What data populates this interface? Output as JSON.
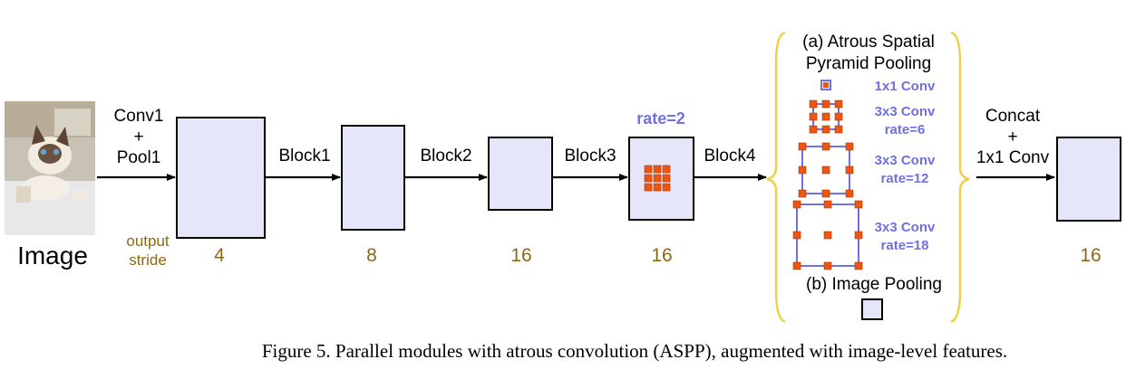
{
  "colors": {
    "box_fill": "#e6e6fa",
    "box_stroke": "#000000",
    "stride_text": "#8b6914",
    "aspp_blue": "#7070e0",
    "kernel_orange": "#ee5511",
    "brace_yellow": "#f2cf4a"
  },
  "image_label": "Image",
  "image_icon": "cat-photo",
  "stem": {
    "line1": "Conv1",
    "line2": "+",
    "line3": "Pool1"
  },
  "output_stride": {
    "line1": "output",
    "line2": "stride"
  },
  "blocks": [
    "Block1",
    "Block2",
    "Block3",
    "Block4"
  ],
  "strides": [
    "4",
    "8",
    "16",
    "16",
    "16"
  ],
  "rate_label": "rate=2",
  "aspp": {
    "title_line1": "(a) Atrous Spatial",
    "title_line2": "Pyramid Pooling",
    "branches": [
      {
        "line1": "1x1 Conv",
        "line2": ""
      },
      {
        "line1": "3x3 Conv",
        "line2": "rate=6"
      },
      {
        "line1": "3x3 Conv",
        "line2": "rate=12"
      },
      {
        "line1": "3x3 Conv",
        "line2": "rate=18"
      }
    ],
    "image_pooling": "(b) Image Pooling"
  },
  "concat": {
    "line1": "Concat",
    "line2": "+",
    "line3": "1x1 Conv"
  },
  "caption": "Figure 5. Parallel modules with atrous convolution (ASPP), augmented with image-level features."
}
